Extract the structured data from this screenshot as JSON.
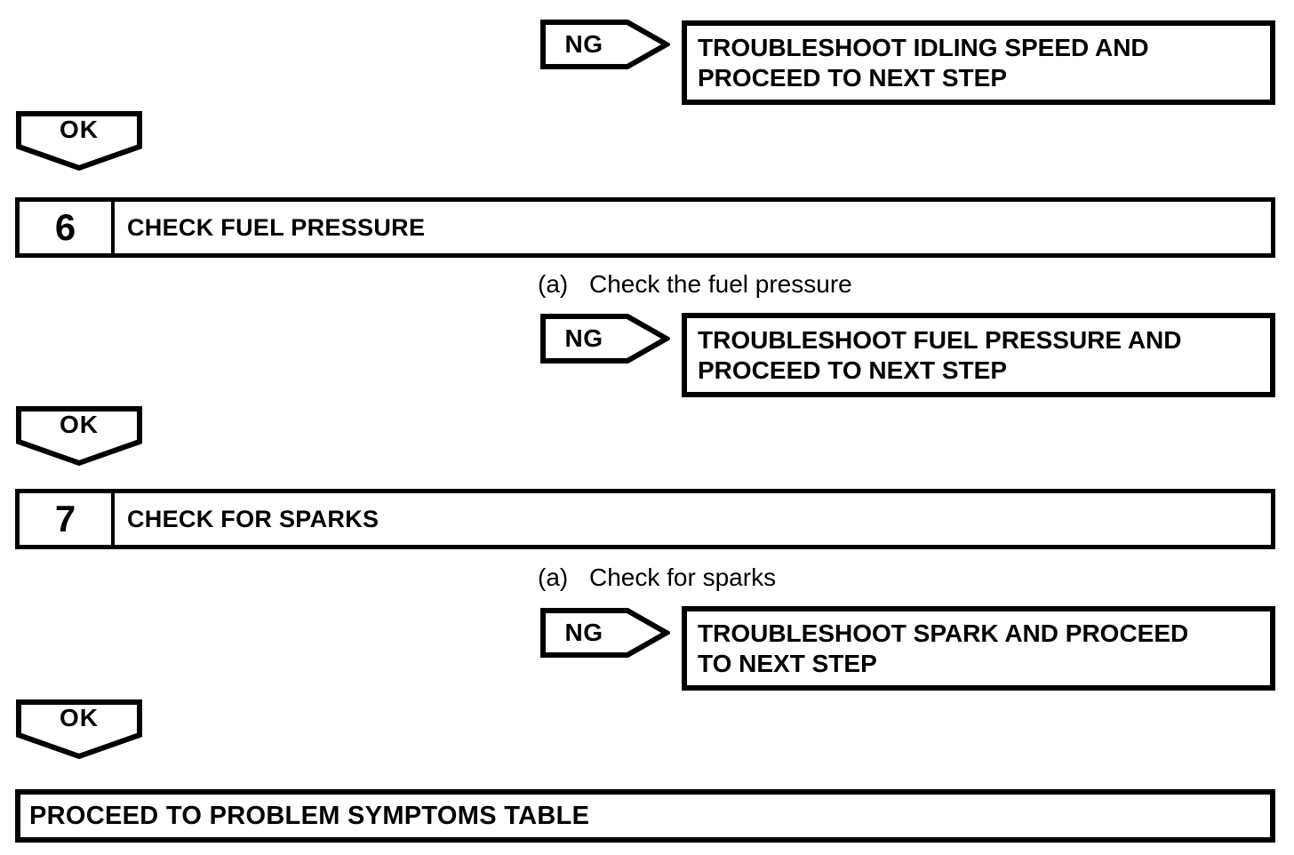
{
  "diagram": {
    "type": "troubleshooting-flowchart",
    "ng_label": "NG",
    "ok_label": "OK",
    "colors": {
      "ink": "#000000",
      "paper": "#ffffff"
    },
    "branches": [
      {
        "condition": "NG",
        "action": "TROUBLESHOOT IDLING SPEED AND\nPROCEED TO NEXT STEP"
      },
      {
        "condition": "NG",
        "action": "TROUBLESHOOT FUEL PRESSURE AND\nPROCEED TO NEXT STEP"
      },
      {
        "condition": "NG",
        "action": "TROUBLESHOOT SPARK AND PROCEED\nTO NEXT STEP"
      }
    ],
    "steps": [
      {
        "number": "6",
        "title": "CHECK FUEL PRESSURE",
        "substeps": [
          {
            "label": "(a)",
            "text": "Check the fuel pressure"
          }
        ]
      },
      {
        "number": "7",
        "title": "CHECK FOR SPARKS",
        "substeps": [
          {
            "label": "(a)",
            "text": "Check for sparks"
          }
        ]
      }
    ],
    "terminal": {
      "text": "PROCEED TO PROBLEM SYMPTOMS TABLE"
    }
  }
}
